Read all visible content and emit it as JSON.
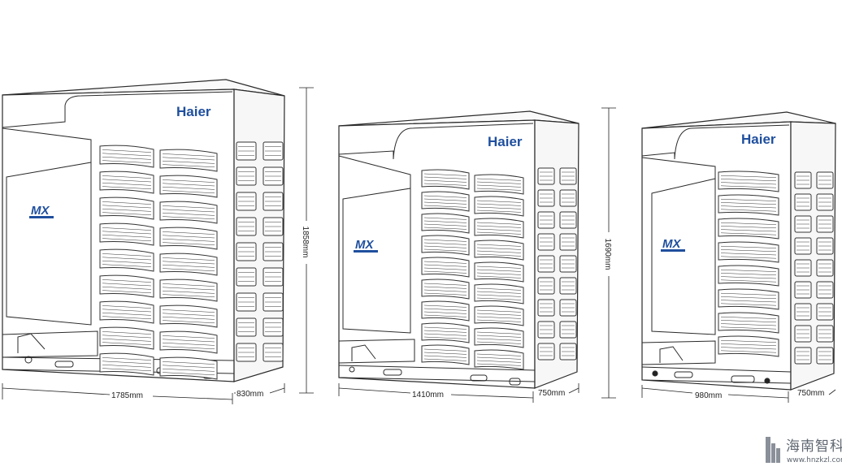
{
  "units": [
    {
      "brand": "Haier",
      "series_mark": "MX",
      "width_label": "1785mm",
      "depth_label": "830mm",
      "height_label": "1858mm"
    },
    {
      "brand": "Haier",
      "series_mark": "MX",
      "width_label": "1410mm",
      "depth_label": "750mm",
      "height_label": "1690mm"
    },
    {
      "brand": "Haier",
      "series_mark": "MX",
      "width_label": "980mm",
      "depth_label": "750mm",
      "height_label": ""
    }
  ],
  "watermark": {
    "name": "海南智科",
    "url": "www.hnzkzl.com"
  },
  "colors": {
    "brand_blue": "#1f4f9e",
    "line": "#2a2a2a"
  }
}
